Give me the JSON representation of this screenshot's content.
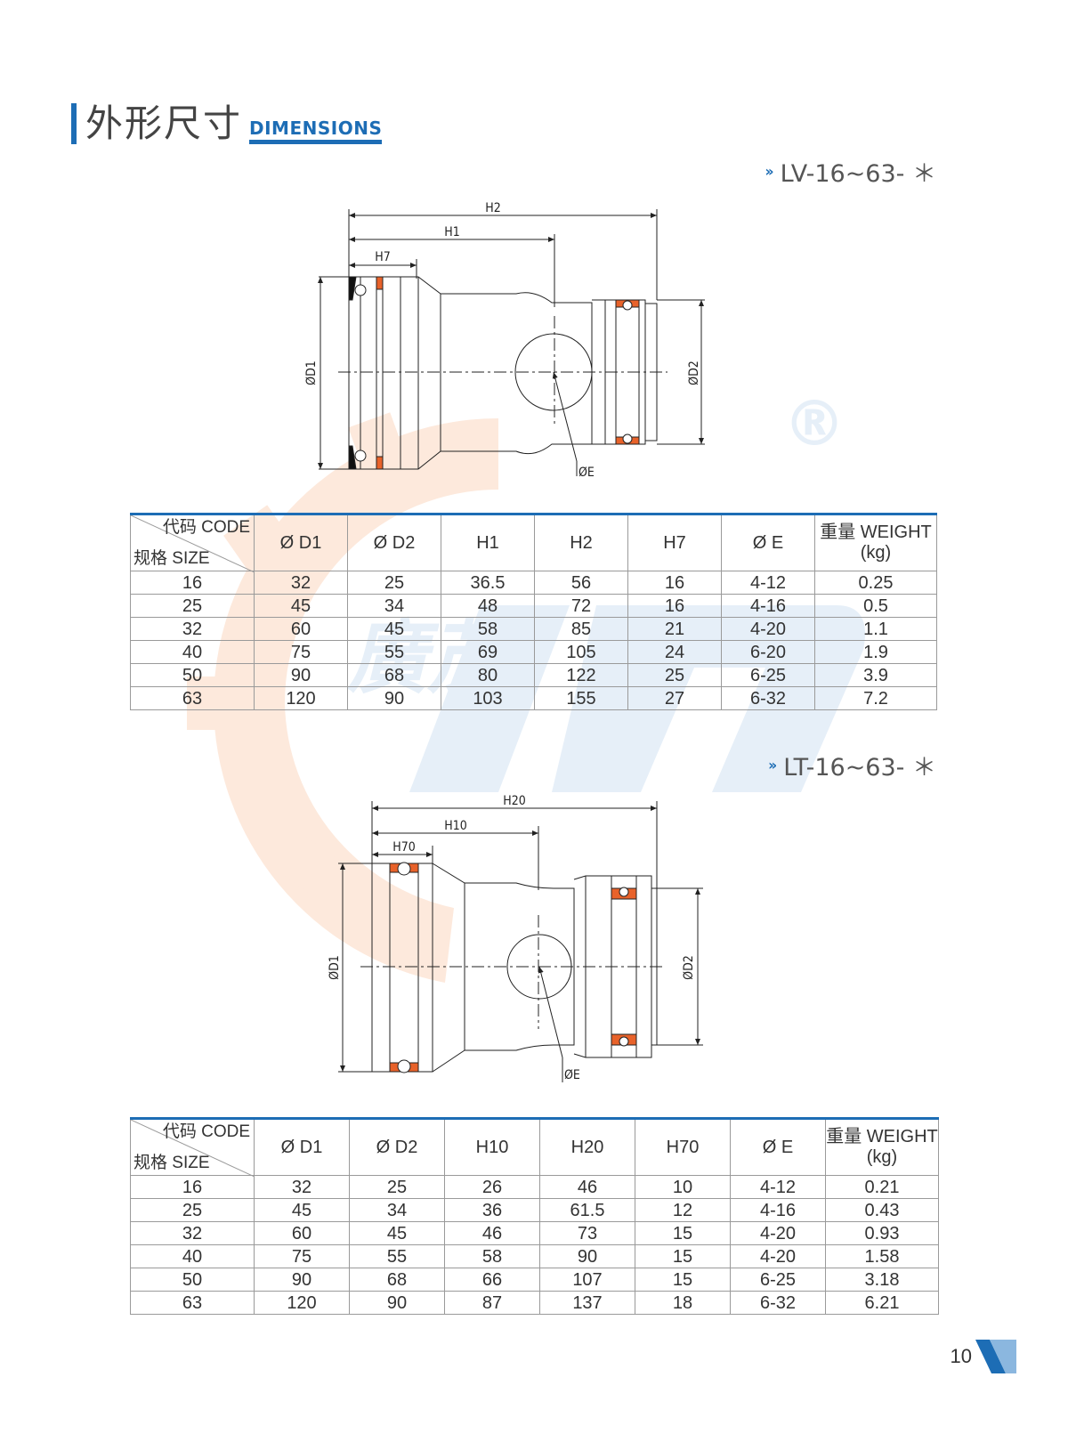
{
  "header": {
    "title_cn": "外形尺寸",
    "title_en": "DIMENSIONS"
  },
  "watermark": {
    "text": "廣茂",
    "registered": "®"
  },
  "colors": {
    "accent": "#1d6db5",
    "seal_orange": "#e8622a",
    "watermark_orange": "#fde9dc",
    "watermark_blue": "#e6eff8"
  },
  "section1": {
    "model": "LV-16~63- ＊",
    "drawing_labels": {
      "h_long": "H2",
      "h_mid": "H1",
      "h_short": "H7",
      "d_left": "ØD1",
      "d_right": "ØD2",
      "e": "ØE"
    },
    "table": {
      "corner_top": "代码 CODE",
      "corner_bottom": "规格 SIZE",
      "headers": [
        "Ø D1",
        "Ø D2",
        "H1",
        "H2",
        "H7",
        "Ø E"
      ],
      "weight_header_1": "重量 WEIGHT",
      "weight_header_2": "(kg)",
      "rows": [
        [
          "16",
          "32",
          "25",
          "36.5",
          "56",
          "16",
          "4-12",
          "0.25"
        ],
        [
          "25",
          "45",
          "34",
          "48",
          "72",
          "16",
          "4-16",
          "0.5"
        ],
        [
          "32",
          "60",
          "45",
          "58",
          "85",
          "21",
          "4-20",
          "1.1"
        ],
        [
          "40",
          "75",
          "55",
          "69",
          "105",
          "24",
          "6-20",
          "1.9"
        ],
        [
          "50",
          "90",
          "68",
          "80",
          "122",
          "25",
          "6-25",
          "3.9"
        ],
        [
          "63",
          "120",
          "90",
          "103",
          "155",
          "27",
          "6-32",
          "7.2"
        ]
      ]
    }
  },
  "section2": {
    "model": "LT-16~63- ＊",
    "drawing_labels": {
      "h_long": "H20",
      "h_mid": "H10",
      "h_short": "H70",
      "d_left": "ØD1",
      "d_right": "ØD2",
      "e": "ØE"
    },
    "table": {
      "corner_top": "代码 CODE",
      "corner_bottom": "规格 SIZE",
      "headers": [
        "Ø D1",
        "Ø D2",
        "H10",
        "H20",
        "H70",
        "Ø E"
      ],
      "weight_header_1": "重量 WEIGHT",
      "weight_header_2": "(kg)",
      "rows": [
        [
          "16",
          "32",
          "25",
          "26",
          "46",
          "10",
          "4-12",
          "0.21"
        ],
        [
          "25",
          "45",
          "34",
          "36",
          "61.5",
          "12",
          "4-16",
          "0.43"
        ],
        [
          "32",
          "60",
          "45",
          "46",
          "73",
          "15",
          "4-20",
          "0.93"
        ],
        [
          "40",
          "75",
          "55",
          "58",
          "90",
          "15",
          "4-20",
          "1.58"
        ],
        [
          "50",
          "90",
          "68",
          "66",
          "107",
          "15",
          "6-25",
          "3.18"
        ],
        [
          "63",
          "120",
          "90",
          "87",
          "137",
          "18",
          "6-32",
          "6.21"
        ]
      ]
    }
  },
  "page_number": "10"
}
